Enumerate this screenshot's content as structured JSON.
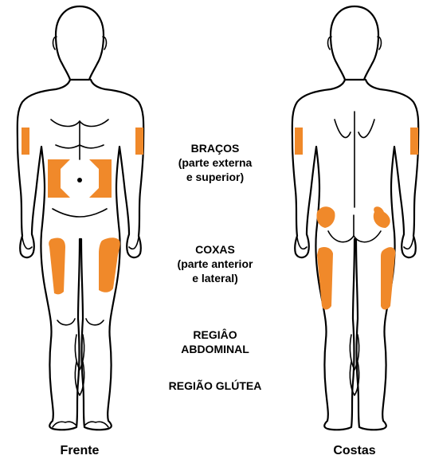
{
  "colors": {
    "injection_site": "#F0892A",
    "outline": "#000000",
    "background": "#FFFFFF"
  },
  "labels": {
    "arms": [
      "BRAÇOS",
      "(parte externa",
      "e superior)"
    ],
    "thighs": [
      "COXAS",
      "(parte anterior",
      "e lateral)"
    ],
    "abdomen": [
      "REGIÂO",
      "ABDOMINAL"
    ],
    "gluteal": [
      "REGIÃO GLÚTEA"
    ]
  },
  "captions": {
    "front": "Frente",
    "back": "Costas"
  }
}
